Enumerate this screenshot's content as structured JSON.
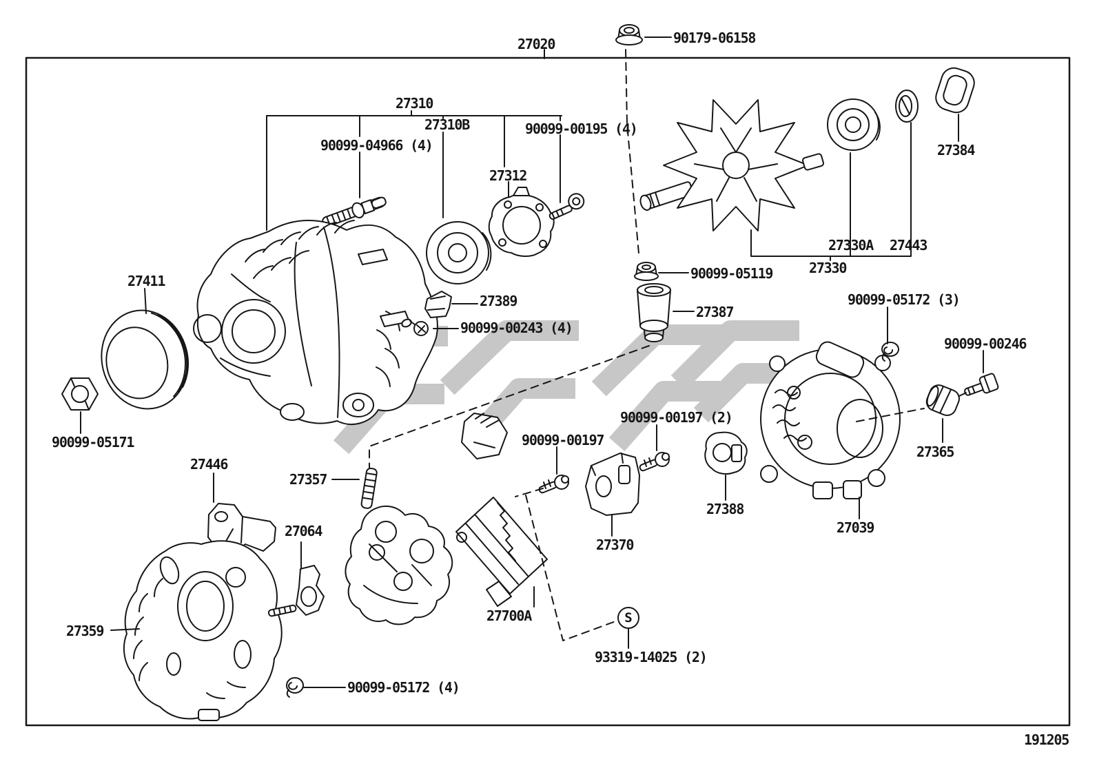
{
  "sheet": {
    "code": "191205",
    "assembly_marker": "S"
  },
  "colors": {
    "line": "#161616",
    "watermark": "#c5c5c5",
    "background": "#ffffff"
  },
  "labels": {
    "l27020": "27020",
    "l90179_06158": "90179-06158",
    "l27310": "27310",
    "l27310B": "27310B",
    "l90099_00195": "90099-00195 (4)",
    "l90099_04966": "90099-04966 (4)",
    "l27312": "27312",
    "l27384": "27384",
    "l27330A": "27330A",
    "l27443": "27443",
    "l27330": "27330",
    "l90099_05119": "90099-05119",
    "l27411": "27411",
    "l27389": "27389",
    "l90099_00243": "90099-00243 (4)",
    "l27387": "27387",
    "l90099_05172_3": "90099-05172 (3)",
    "l90099_00246": "90099-00246",
    "l90099_05171": "90099-05171",
    "l27446": "27446",
    "l27357": "27357",
    "l90099_00197_2": "90099-00197 (2)",
    "l90099_00197": "90099-00197",
    "l27388": "27388",
    "l27365": "27365",
    "l27064": "27064",
    "l27370": "27370",
    "l27039": "27039",
    "l27359": "27359",
    "l27700A": "27700A",
    "l93319_14025": "93319-14025 (2)",
    "l90099_05172_4": "90099-05172 (4)"
  }
}
